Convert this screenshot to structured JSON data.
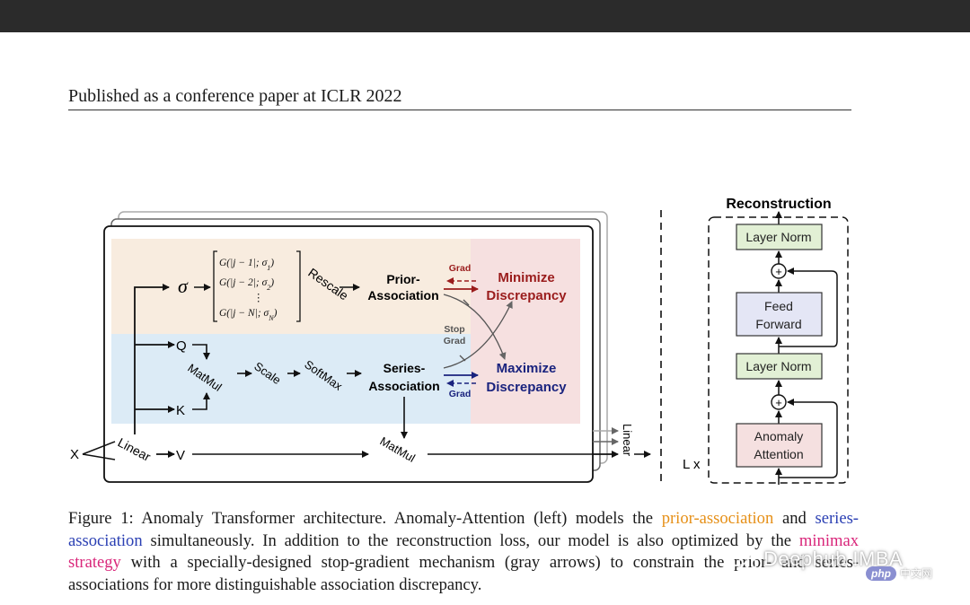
{
  "header": {
    "text": "Published as a conference paper at ICLR 2022"
  },
  "figure": {
    "left": {
      "sigma": "σ",
      "gaussians": [
        "G(|j − 1|; σ",
        "G(|j − 2|; σ",
        "⋮",
        "G(|j − N|; σ"
      ],
      "gaussian_subs": [
        "1",
        "2",
        "N"
      ],
      "rescale": "Rescale",
      "prior_assoc": [
        "Prior-",
        "Association"
      ],
      "series_assoc": [
        "Series-",
        "Association"
      ],
      "grad": "Grad",
      "stop_grad": [
        "Stop",
        "Grad"
      ],
      "minimize": [
        "Minimize",
        "Discrepancy"
      ],
      "maximize": [
        "Maximize",
        "Discrepancy"
      ],
      "q": "Q",
      "k": "K",
      "v": "V",
      "x": "X",
      "matmul": "MatMul",
      "scale": "Scale",
      "softmax": "SoftMax",
      "linear": "Linear"
    },
    "right": {
      "title": "Reconstruction",
      "layer_norm": "Layer Norm",
      "feed_forward": [
        "Feed",
        "Forward"
      ],
      "anomaly_attention": [
        "Anomaly",
        "Attention"
      ],
      "lx": "L x",
      "plus": "+"
    },
    "colors": {
      "prior_bg": "#f8ecdf",
      "series_bg": "#dcebf6",
      "disc_bg": "#f6e0e0",
      "minimize": "#9a1c1c",
      "maximize": "#1a237e",
      "ln_fill": "#e2f0d5",
      "ff_fill": "#e4e6f5",
      "aa_fill": "#f5e0e0"
    }
  },
  "caption": {
    "p1": "Figure 1: Anomaly Transformer architecture. Anomaly-Attention (left) models the ",
    "prior": "prior-association",
    "p2": " and ",
    "series": "series-association",
    "p3": " simultaneously. In addition to the reconstruction loss, our model is also optimized by the ",
    "minimax": "minimax strategy",
    "p4": " with a specially-designed stop-gradient mechanism (gray arrows) to constrain the prior- and series- associations for more distinguishable association discrepancy."
  },
  "watermark": {
    "text": "Deephub IMBA",
    "badge": "php",
    "cn": "中文网"
  }
}
